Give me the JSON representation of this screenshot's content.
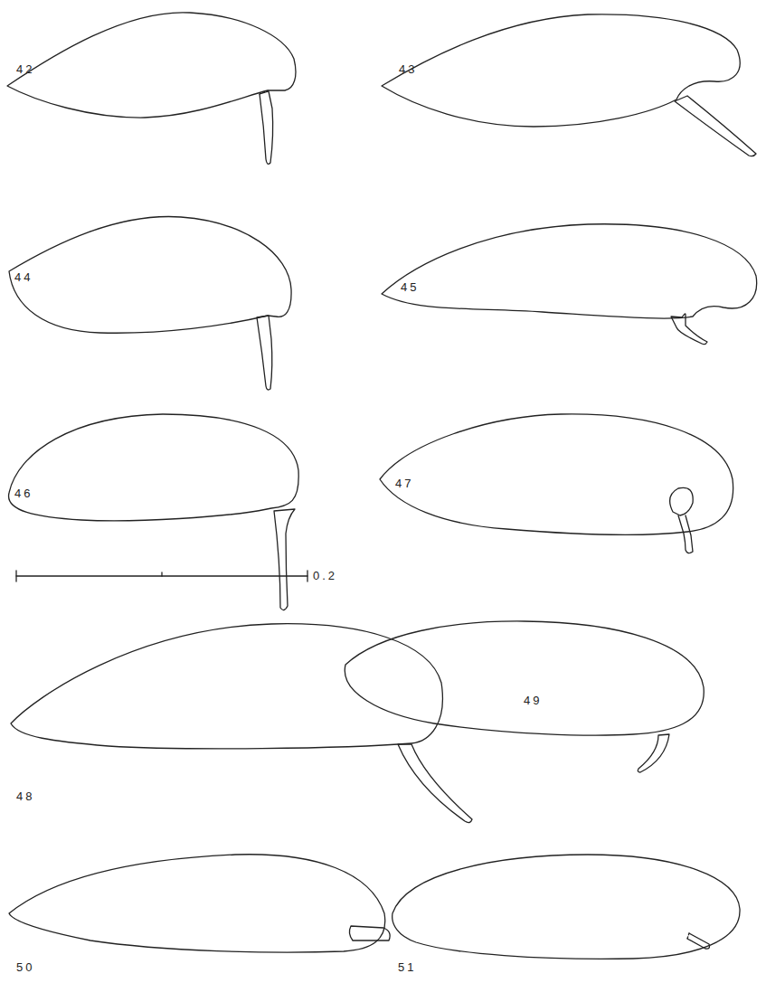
{
  "diagram": {
    "labels": [
      "42",
      "43",
      "44",
      "45",
      "46",
      "47",
      "0.2",
      "49",
      "48",
      "50",
      "51"
    ]
  }
}
